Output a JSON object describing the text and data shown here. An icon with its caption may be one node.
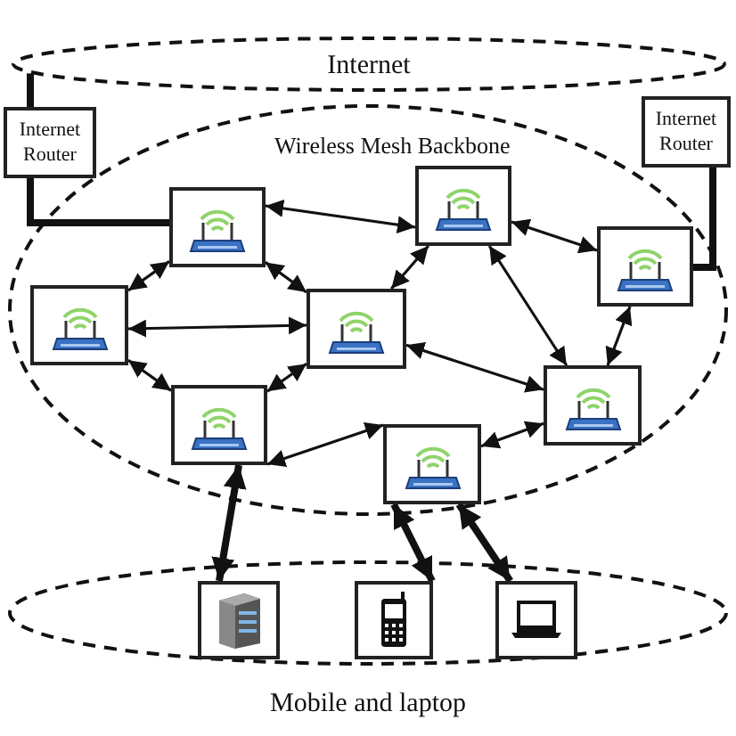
{
  "diagram": {
    "nodes": [
      {
        "text": [
          "Internet"
        ]
      },
      {
        "text": [
          "Internet Router"
        ]
      },
      {
        "text": [
          "Internet Router"
        ]
      },
      {
        "text": [
          "Wireless Mesh Backbone"
        ]
      },
      {
        "text": [],
        "shape": "box",
        "in": 3
      },
      {
        "text": [],
        "shape": "box",
        "in": 3
      },
      {
        "text": [],
        "shape": "box",
        "in": 3
      },
      {
        "text": [],
        "shape": "box",
        "in": 3
      },
      {
        "text": [],
        "shape": "box",
        "in": 3
      },
      {
        "text": [],
        "shape": "box",
        "in": 3
      },
      {
        "text": [],
        "shape": "box",
        "in": 3
      },
      {
        "text": [],
        "shape": "box",
        "in": 3
      },
      {
        "text": [
          "Mobile and laptop"
        ]
      },
      {
        "text": [],
        "shape": "box",
        "in": 12
      },
      {
        "text": [],
        "shape": "box",
        "in": 12
      },
      {
        "text": [],
        "shape": "box",
        "in": 12
      }
    ],
    "edges": [
      {
        "from": 0,
        "to": 1,
        "arrow": "none",
        "style": "thick"
      },
      {
        "from": 1,
        "to": 4,
        "arrow": "none",
        "style": "thick"
      },
      {
        "from": 2,
        "to": 6,
        "arrow": "none",
        "style": "thick"
      },
      {
        "from": 4,
        "to": 5,
        "arrow": "both"
      },
      {
        "from": 4,
        "to": 7,
        "arrow": "both"
      },
      {
        "from": 4,
        "to": 8,
        "arrow": "both"
      },
      {
        "from": 5,
        "to": 8,
        "arrow": "both"
      },
      {
        "from": 5,
        "to": 6,
        "arrow": "both"
      },
      {
        "from": 5,
        "to": 9,
        "arrow": "both"
      },
      {
        "from": 7,
        "to": 8,
        "arrow": "both"
      },
      {
        "from": 7,
        "to": 10,
        "arrow": "both"
      },
      {
        "from": 8,
        "to": 10,
        "arrow": "both"
      },
      {
        "from": 8,
        "to": 9,
        "arrow": "both"
      },
      {
        "from": 6,
        "to": 9,
        "arrow": "both"
      },
      {
        "from": 10,
        "to": 11,
        "arrow": "both"
      },
      {
        "from": 11,
        "to": 9,
        "arrow": "both"
      },
      {
        "from": 10,
        "to": 13,
        "arrow": "both",
        "style": "thick"
      },
      {
        "from": 11,
        "to": 14,
        "arrow": "both",
        "style": "thick"
      },
      {
        "from": 11,
        "to": 15,
        "arrow": "both",
        "style": "thick"
      }
    ]
  }
}
